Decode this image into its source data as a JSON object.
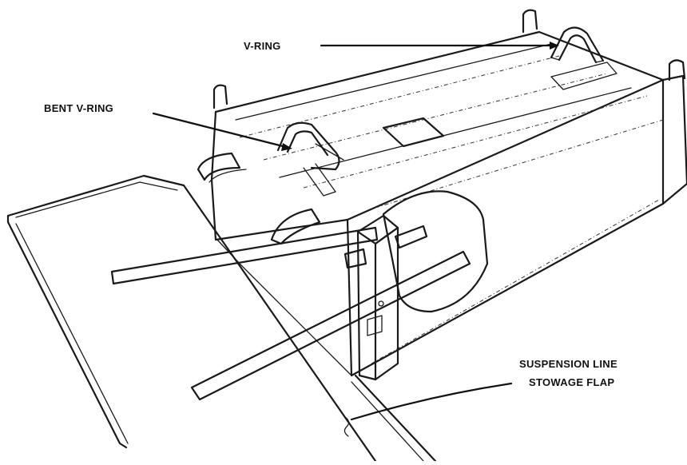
{
  "labels": {
    "v_ring": "V-RING",
    "bent_v_ring": "BENT V-RING",
    "stowage_flap_line1": "SUSPENSION LINE",
    "stowage_flap_line2": "STOWAGE FLAP"
  },
  "colors": {
    "ink": "#1a1a1a",
    "background": "#ffffff"
  }
}
